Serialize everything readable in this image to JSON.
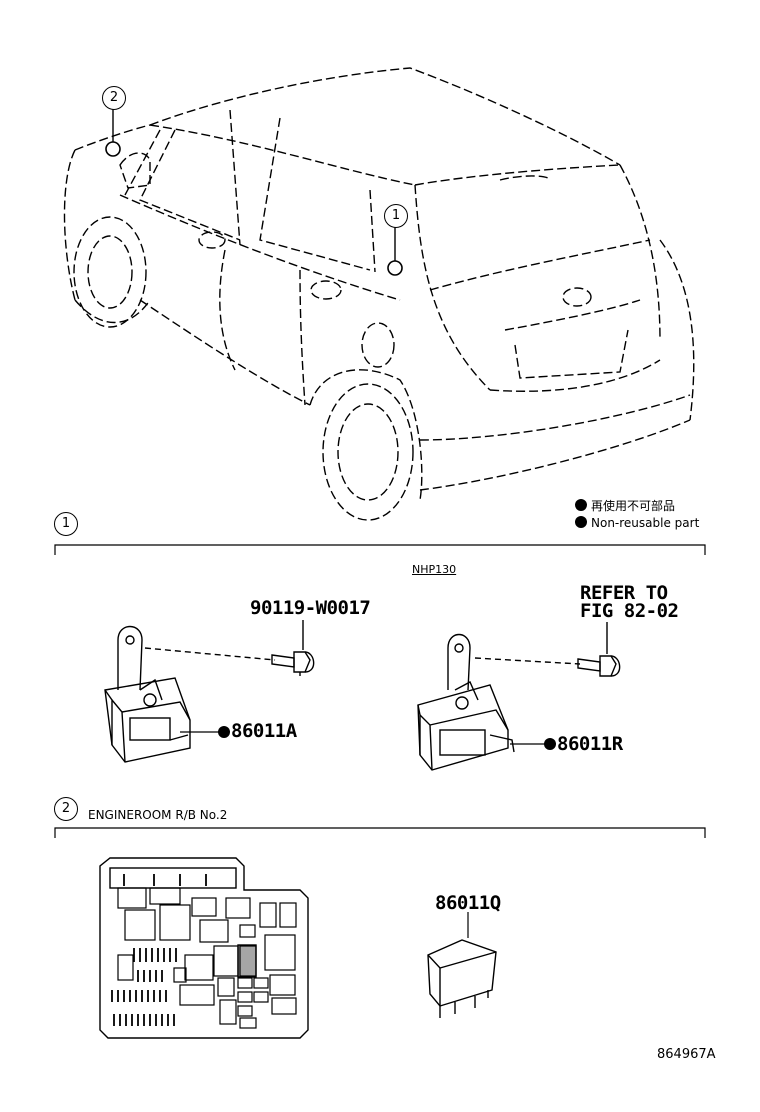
{
  "callouts": {
    "one": "1",
    "two": "2"
  },
  "legend": {
    "jp": "再使用不可部品",
    "en": "Non-reusable part"
  },
  "section1": {
    "variant": "NHP130",
    "bolt1": "90119-W0017",
    "refer_line1": "REFER TO",
    "refer_line2": "FIG 82-02",
    "part_a": "86011A",
    "part_r": "86011R"
  },
  "section2": {
    "title": "ENGINEROOM R/B No.2",
    "part_q": "86011Q"
  },
  "figure_number": "864967A"
}
